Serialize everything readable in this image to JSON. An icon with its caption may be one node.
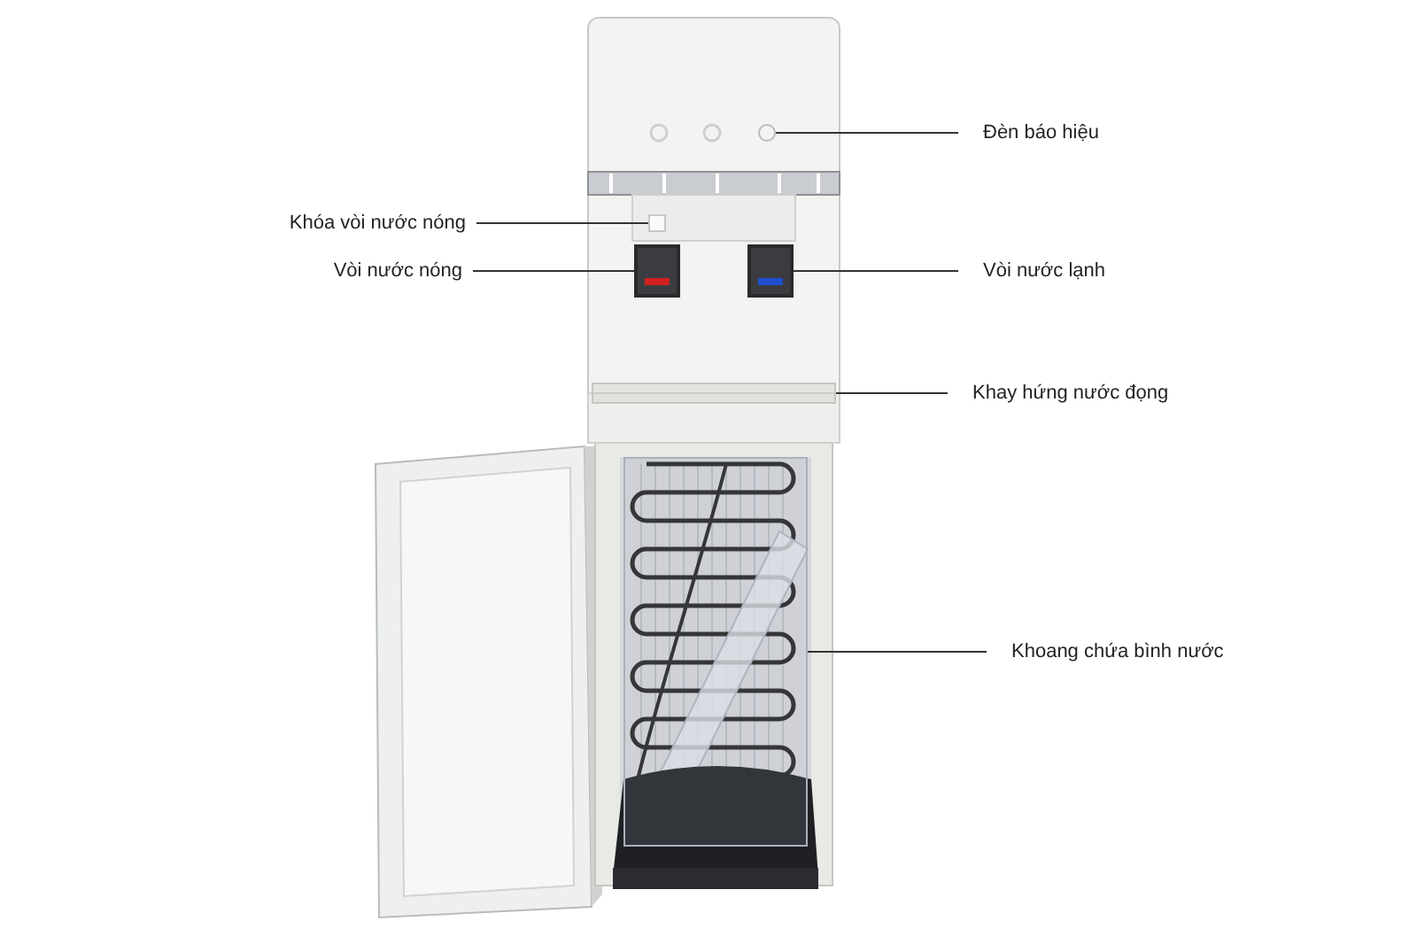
{
  "diagram": {
    "nodes": [
      {
        "text": [
          "Đèn báo hiệu"
        ]
      },
      {
        "text": [
          "Khóa vòi nước nóng"
        ]
      },
      {
        "text": [
          "Vòi nước nóng"
        ]
      },
      {
        "text": [
          "Vòi nước lạnh"
        ]
      },
      {
        "text": [
          "Khay hứng nước đọng"
        ]
      },
      {
        "text": [
          "Khoang chứa bình nước"
        ]
      },
      {
        "text": [],
        "shape": "circle"
      },
      {
        "text": [],
        "shape": "box"
      },
      {
        "text": [],
        "shape": "box"
      },
      {
        "text": [],
        "shape": "box"
      },
      {
        "text": [],
        "shape": "box"
      },
      {
        "text": [],
        "shape": "box"
      }
    ],
    "edges": [
      {
        "from": 0,
        "to": 6,
        "arrow": "none"
      },
      {
        "from": 1,
        "to": 7,
        "arrow": "none"
      },
      {
        "from": 2,
        "to": 8,
        "arrow": "none"
      },
      {
        "from": 3,
        "to": 9,
        "arrow": "none"
      },
      {
        "from": 4,
        "to": 10,
        "arrow": "none"
      },
      {
        "from": 5,
        "to": 11,
        "arrow": "none"
      }
    ]
  }
}
